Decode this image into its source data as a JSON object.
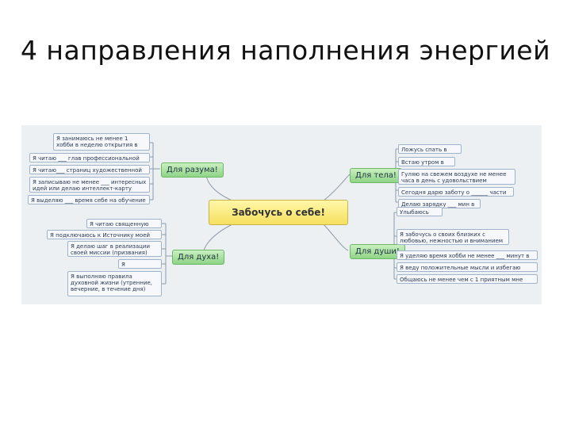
{
  "slide": {
    "title": "4 направления наполнения энергией"
  },
  "mindmap": {
    "center": "Забочусь о себе!",
    "branches": {
      "mind": {
        "label": "Для разума!",
        "items": [
          "Я занимаюсь не менее 1 хобби в неделю открытия в день",
          "Я читаю ___ глав профессиональной книги",
          "Я читаю___ страниц художественной книги",
          "Я записываю не менее ___ интересных идей или делаю интеллект-карту",
          "Я выделяю ___ время себе на обучение в день"
        ]
      },
      "body": {
        "label": "Для тела!",
        "items": [
          "Ложусь спать в ______",
          "Встаю утром в ______",
          "Гуляю на свежем воздухе не менее часа в день с удовольствием",
          "Сегодня дарю заботу о ______ части тела",
          "Делаю зарядку ___ мин в день"
        ]
      },
      "spirit": {
        "label": "Для духа!",
        "items": [
          "Я читаю священную книгу",
          "Я подключаюсь к Источнику моей жизни",
          "Я делаю шаг в реализации своей миссии (призвания)",
          "Я благодарю!",
          "Я выполняю правила духовной жизни (утренние, вечерние, в течение дня)"
        ]
      },
      "soul": {
        "label": "Для души!",
        "items": [
          "Улыбаюсь",
          "Я забочусь о своих близких с любовью, нежностью и вниманием",
          "Я уделяю время хобби не менее ___ минут в день",
          "Я веду положительные мысли и избегаю отрицательных",
          "Общаюсь не менее чем с 1 приятным мне человеком"
        ]
      }
    }
  },
  "colors": {
    "branch_fill": "#a9e2a0",
    "center_fill": "#f8e97a",
    "leaf_border": "#9fb4cc",
    "connector": "#8c9aa8"
  }
}
